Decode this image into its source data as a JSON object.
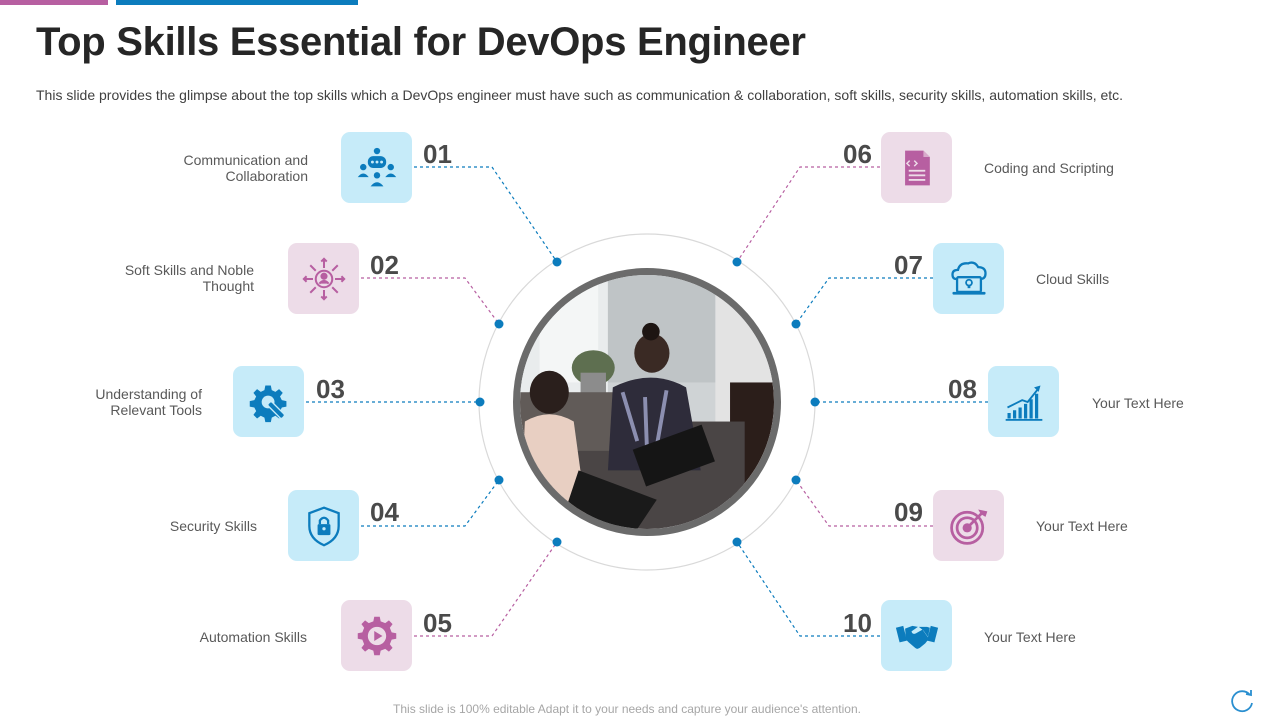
{
  "title": "Top Skills Essential for DevOps Engineer",
  "subtitle": "This slide provides the glimpse about the top skills which a DevOps engineer must have such as communication & collaboration,  soft skills, security skills, automation skills, etc.",
  "footer": "This slide is 100% editable Adapt it to your needs and capture your audience's attention.",
  "colors": {
    "blue": "#0c7cbd",
    "pink": "#b75fa1",
    "tile_blue": "#c6ebf9",
    "tile_pink": "#eddce8"
  },
  "skills": [
    {
      "number": "01",
      "label": "Communication and\nCollaboration",
      "icon": "team-chat-icon"
    },
    {
      "number": "02",
      "label": "Soft Skills and Noble\nThought",
      "icon": "idea-person-icon"
    },
    {
      "number": "03",
      "label": "Understanding of\nRelevant Tools",
      "icon": "tools-gear-icon"
    },
    {
      "number": "04",
      "label": "Security Skills",
      "icon": "shield-lock-icon"
    },
    {
      "number": "05",
      "label": "Automation Skills",
      "icon": "gear-play-icon"
    },
    {
      "number": "06",
      "label": "Coding and Scripting",
      "icon": "code-document-icon"
    },
    {
      "number": "07",
      "label": "Cloud Skills",
      "icon": "cloud-laptop-icon"
    },
    {
      "number": "08",
      "label": "Your Text Here",
      "icon": "growth-chart-icon"
    },
    {
      "number": "09",
      "label": "Your Text Here",
      "icon": "target-icon"
    },
    {
      "number": "10",
      "label": "Your Text Here",
      "icon": "handshake-icon"
    }
  ]
}
